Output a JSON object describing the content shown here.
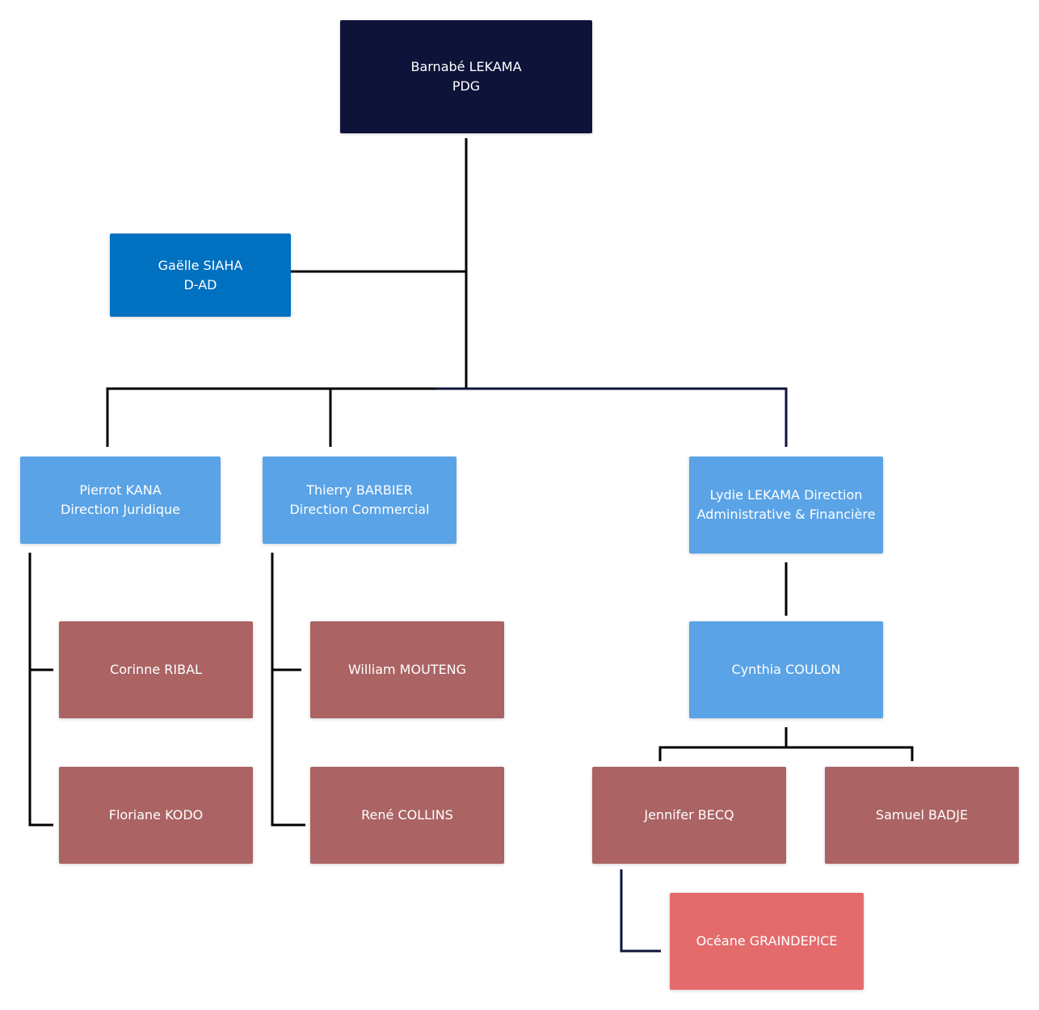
{
  "org_chart": {
    "pdg": {
      "name": "Barnabé LEKAMA",
      "role": "PDG"
    },
    "assistant": {
      "name": "Gaëlle SIAHA",
      "role": "D-AD"
    },
    "directors": {
      "legal": {
        "name": "Pierrot KANA",
        "role": "Direction Juridique"
      },
      "commercial": {
        "name": "Thierry BARBIER",
        "role": "Direction Commercial"
      },
      "finance": {
        "line1": "Lydie LEKAMA Direction",
        "line2": "Administrative & Financière"
      }
    },
    "legal_team": [
      "Corinne RIBAL",
      "Floriane KODO"
    ],
    "commercial_team": [
      "William MOUTENG",
      "René COLLINS"
    ],
    "finance_team": {
      "manager": "Cynthia COULON",
      "staff": [
        "Jennifer BECQ",
        "Samuel BADJE"
      ],
      "junior": "Océane GRAINDEPICE"
    },
    "colors": {
      "root": "#0e1339",
      "assistant": "#0070c0",
      "director": "#5aa3e6",
      "staff": "#ab6363",
      "junior": "#e46b6b",
      "line": "#000000",
      "line_navy": "#0e1339"
    }
  }
}
